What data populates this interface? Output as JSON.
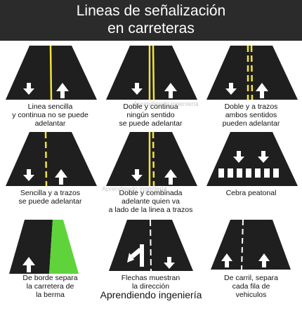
{
  "title": {
    "line1": "Lineas de señalización",
    "line2": "en carreteras"
  },
  "cells": [
    {
      "caption": [
        "Linea sencilla",
        "y continua no se puede",
        "adelantar"
      ]
    },
    {
      "caption": [
        "Doble y continua",
        "ningún sentido",
        "se puede adelantar"
      ]
    },
    {
      "caption": [
        "Doble y a trazos",
        "ambos sentidos",
        "pueden adelantar"
      ]
    },
    {
      "caption": [
        "Sencilla y a trazos",
        "se puede adelantar"
      ]
    },
    {
      "caption": [
        "Doble y combinada",
        "adelante quien va",
        "a lado de la linea a trazos"
      ]
    },
    {
      "caption": [
        "Cebra peatonal"
      ]
    },
    {
      "caption": [
        "De borde separa",
        "la carretera de",
        "la berma"
      ]
    },
    {
      "caption": [
        "Flechas muestran",
        "la dirección"
      ]
    },
    {
      "caption": [
        "De carril, separa",
        "cada fila de",
        "vehiculos"
      ]
    }
  ],
  "brand": "Aprendiendo ingeniería",
  "watermark": "Aprendiendo ingenieria",
  "colors": {
    "header_bg": "#2b2b2b",
    "asphalt": "#1f1f1f",
    "yellow_line": "#f2e33a",
    "white_line": "#ffffff",
    "berm_green": "#5fd43a"
  }
}
